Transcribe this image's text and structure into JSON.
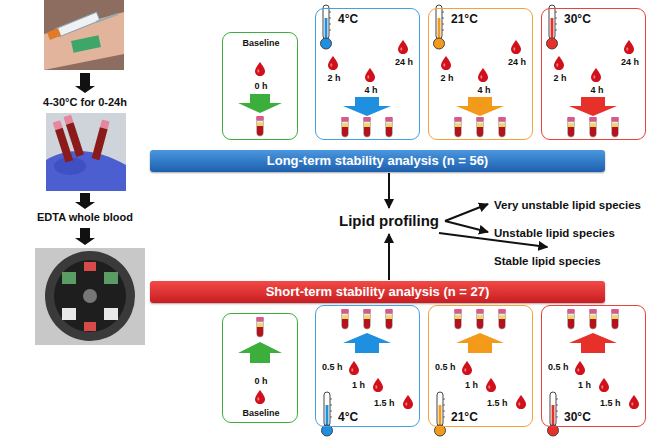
{
  "diagram": {
    "nodes": [
      {
        "text": [
          "Baseline",
          "0 h"
        ]
      },
      {
        "text": [
          "4°C",
          "2 h",
          "4 h",
          "24 h"
        ]
      },
      {
        "text": [
          "21°C",
          "2 h",
          "4 h",
          "24 h"
        ]
      },
      {
        "text": [
          "30°C",
          "2 h",
          "4 h",
          "24 h"
        ]
      },
      {
        "text": [
          "Long-term stability analysis (n = 56)"
        ]
      },
      {
        "text": [
          "Lipid profiling"
        ]
      },
      {
        "text": [
          "Very unstable lipid species"
        ]
      },
      {
        "text": [
          "Unstable lipid species"
        ]
      },
      {
        "text": [
          "Stable lipid species"
        ]
      },
      {
        "text": [
          "Short-term stability analysis (n = 27)"
        ]
      },
      {
        "text": [
          "0 h",
          "Baseline"
        ]
      },
      {
        "text": [
          "0.5 h",
          "1 h",
          "1.5 h",
          "4°C"
        ]
      },
      {
        "text": [
          "0.5 h",
          "1 h",
          "1.5 h",
          "21°C"
        ]
      },
      {
        "text": [
          "0.5 h",
          "1 h",
          "1.5 h",
          "30°C"
        ]
      }
    ],
    "edges": [
      {
        "from": 4,
        "to": 5,
        "arrow": "to"
      },
      {
        "from": 9,
        "to": 5,
        "arrow": "to"
      },
      {
        "from": 5,
        "to": 6,
        "arrow": "to"
      },
      {
        "from": 5,
        "to": 7,
        "arrow": "to"
      },
      {
        "from": 5,
        "to": 8,
        "arrow": "to"
      }
    ],
    "labels": [
      "4-30°C for 0-24h",
      "EDTA whole blood"
    ]
  }
}
